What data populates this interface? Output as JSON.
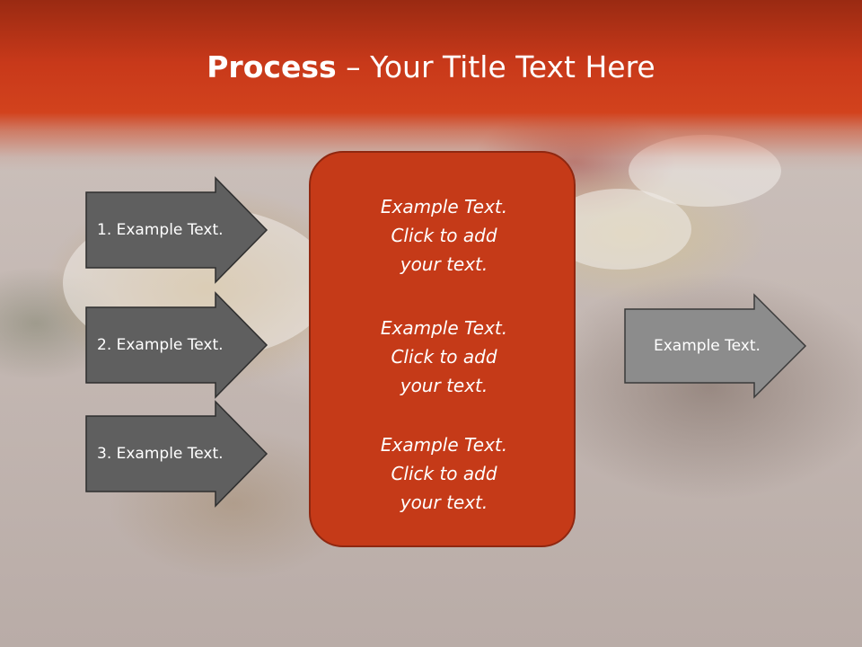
{
  "title": {
    "bold": "Process",
    "rest": " – Your Title Text Here"
  },
  "left_arrows": [
    {
      "label": "1. Example Text."
    },
    {
      "label": "2. Example Text."
    },
    {
      "label": "3. Example Text."
    }
  ],
  "center_box": {
    "blocks": [
      {
        "line1": "Example Text.",
        "line2": "Click  to add",
        "line3": "your text."
      },
      {
        "line1": "Example Text.",
        "line2": "Click  to add",
        "line3": "your text."
      },
      {
        "line1": "Example Text.",
        "line2": "Click  to add",
        "line3": "your text."
      }
    ]
  },
  "right_arrow": {
    "label": "Example Text."
  },
  "colors": {
    "header": "#c8391a",
    "center_box": "#c53a18",
    "dark_arrow": "#5f5f5f",
    "light_arrow": "#8c8c8c"
  }
}
